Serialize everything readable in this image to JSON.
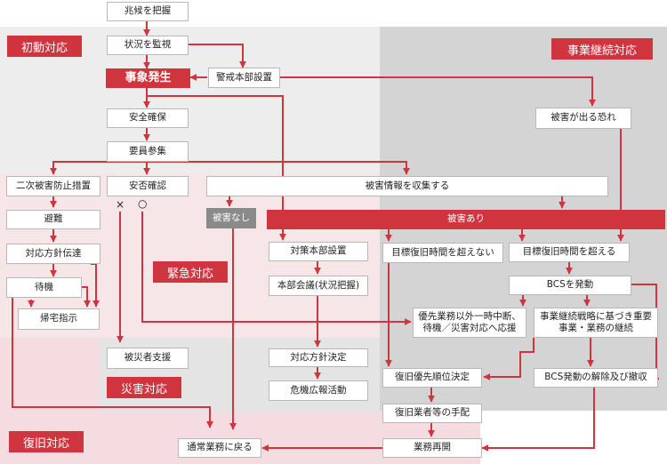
{
  "zones": {
    "initial": "初動対応",
    "continuity": "事業継続対応",
    "emergency": "緊急対応",
    "disaster": "災害対応",
    "recovery": "復旧対応"
  },
  "marks": {
    "unsafe": "×",
    "safe": "○"
  },
  "nodes": {
    "omen": "兆候を把握",
    "monitor": "状況を監視",
    "outbreak": "事象発生",
    "alert_hq": "警戒本部設置",
    "damage_risk": "被害が出る恐れ",
    "safety": "安全確保",
    "staff": "要員参集",
    "secondary": "二次被害防止措置",
    "safety_check": "安否確認",
    "collect_info": "被害情報を収集する",
    "no_damage": "被害なし",
    "damage": "被害あり",
    "evacuate": "避難",
    "policy_relay": "対応方針伝達",
    "standby": "待機",
    "go_home": "帰宅指示",
    "hq_setup": "対策本部設置",
    "within_target": "目標復旧時間を超えない",
    "beyond_target": "目標復旧時間を超える",
    "hq_meeting": "本部会議(状況把握)",
    "bcs_activate": "BCSを発動",
    "priority_suspend": "優先業務以外一時中断、待機／災害対応へ応援",
    "strategy_continue": "事業継続戦略に基づき重要事業・業務の継続",
    "victim_support": "被災者支援",
    "response_policy": "対応方針決定",
    "recovery_priority": "復旧優先順位決定",
    "bcs_release": "BCS発動の解除及び撤収",
    "crisis_pr": "危機広報活動",
    "recovery_staff": "復旧業者等の手配",
    "normal_ops": "通常業務に戻る",
    "resume_ops": "業務再開"
  }
}
